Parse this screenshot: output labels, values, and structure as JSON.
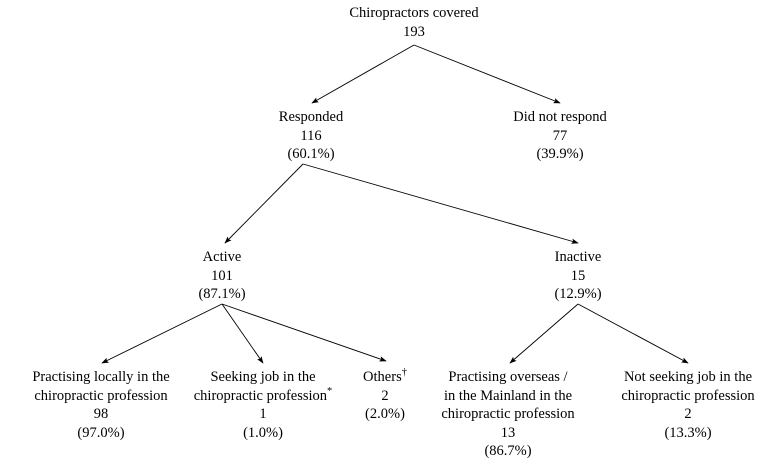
{
  "diagram": {
    "type": "flowchart",
    "title": "Chiropractors covered flow diagram",
    "line_color": "#000000",
    "text_color": "#000000",
    "background": "#ffffff",
    "nodes": [
      {
        "id": "root",
        "label": "Chiropractors covered",
        "count": "193",
        "pct": ""
      },
      {
        "id": "responded",
        "label": "Responded",
        "count": "116",
        "pct": "(60.1%)"
      },
      {
        "id": "did-not-respond",
        "label": "Did not respond",
        "count": "77",
        "pct": "(39.9%)"
      },
      {
        "id": "active",
        "label": "Active",
        "count": "101",
        "pct": "(87.1%)"
      },
      {
        "id": "inactive",
        "label": "Inactive",
        "count": "15",
        "pct": "(12.9%)"
      },
      {
        "id": "practising-locally",
        "label_line1": "Practising locally in the",
        "label_line2": "chiropractic profession",
        "count": "98",
        "pct": "(97.0%)"
      },
      {
        "id": "seeking-job",
        "label_line1": "Seeking job in the",
        "label_line2": "chiropractic profession",
        "marker": "*",
        "count": "1",
        "pct": "(1.0%)"
      },
      {
        "id": "others",
        "label_line1": "Others",
        "marker": "†",
        "count": "2",
        "pct": "(2.0%)"
      },
      {
        "id": "practising-overseas",
        "label_line1": "Practising overseas /",
        "label_line2": "in the Mainland in the",
        "label_line3": "chiropractic profession",
        "count": "13",
        "pct": "(86.7%)"
      },
      {
        "id": "not-seeking-job",
        "label_line1": "Not seeking job in the",
        "label_line2": "chiropractic profession",
        "count": "2",
        "pct": "(13.3%)"
      }
    ]
  }
}
